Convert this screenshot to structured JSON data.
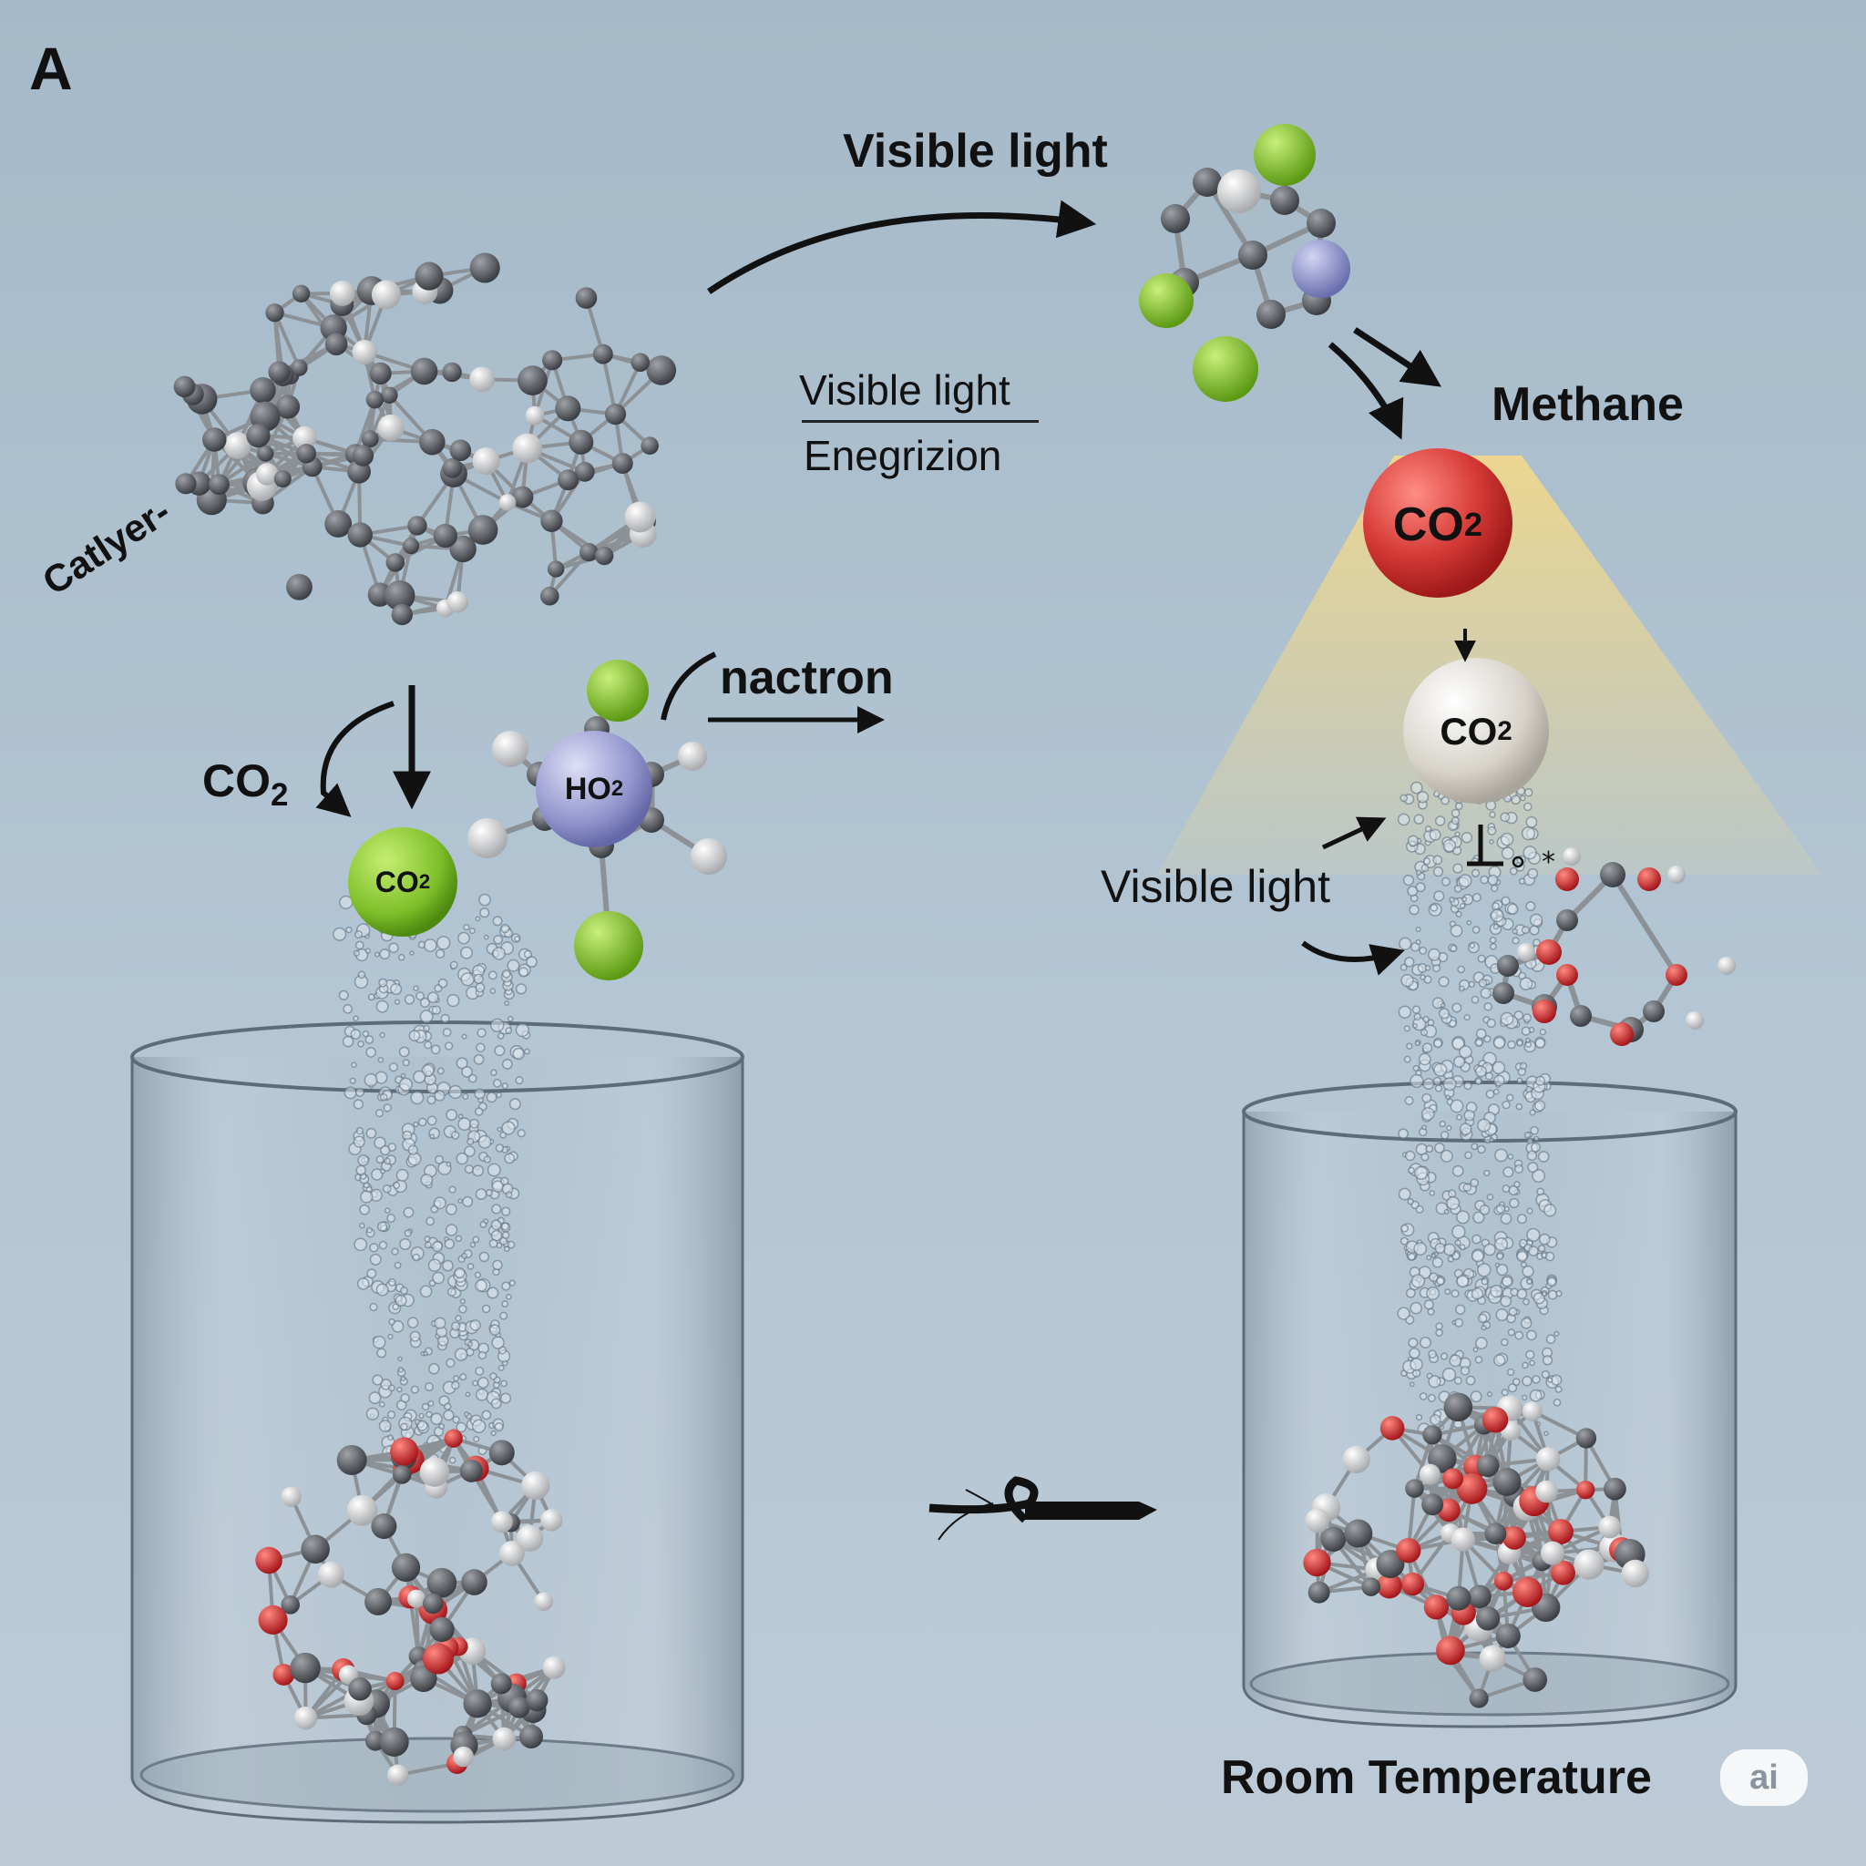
{
  "panel_letter": "A",
  "labels": {
    "visible_light_top": "Visible light",
    "fraction_top": "Visible light",
    "fraction_bottom": "Enegrizion",
    "methane": "Methane",
    "catalyst": "Catlyer-",
    "nactron": "nactron",
    "visible_light_right": "Visible light",
    "room_temperature": "Room Temperature",
    "badge": "ai"
  },
  "formulas": {
    "co2_left_text": {
      "main": "CO",
      "sub": "2"
    },
    "co2_green": {
      "main": "CO",
      "sub": "2"
    },
    "ho2_purple": {
      "main": "HO",
      "sub": "2"
    },
    "co2_red": {
      "main": "CO",
      "sub": "2"
    },
    "co2_white": {
      "main": "CO",
      "sub": "2"
    }
  },
  "colors": {
    "background_top": "#a9bccb",
    "background_bottom": "#b9cad7",
    "carbon": "#4a4d52",
    "hydrogen": "#d9d9d9",
    "oxygen": "#c8262a",
    "chlorine_green": "#7fbf2a",
    "nitrogen_purple": "#8f92c9",
    "co2_red": "#d63a36",
    "co2_white": "#d9d6cf",
    "light_beam": "#f3dc8f",
    "text": "#111111"
  }
}
